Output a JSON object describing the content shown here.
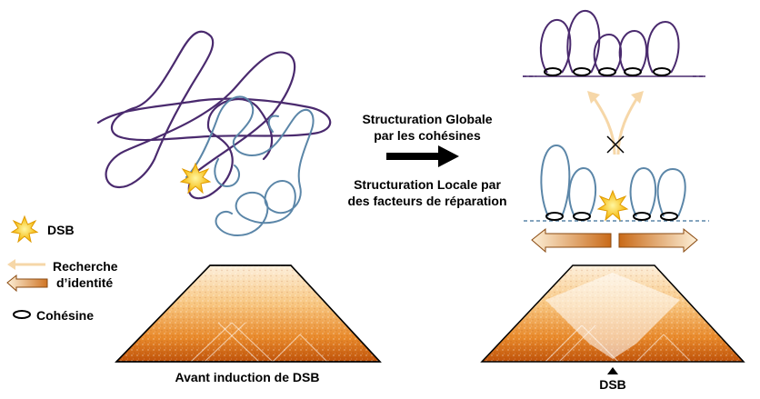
{
  "center_text": {
    "global_line1": "Structuration Globale",
    "global_line2": "par les cohésines",
    "local_line1": "Structuration Locale par",
    "local_line2": "des facteurs de réparation"
  },
  "legend": {
    "dsb": "DSB",
    "search_line1": "Recherche",
    "search_line2": "d’identité",
    "cohesin": "Cohésine"
  },
  "captions": {
    "left_map": "Avant induction de DSB",
    "right_map": "DSB"
  },
  "colors": {
    "purple_chromatin": "#4a2a6e",
    "blue_chromatin": "#5b86a8",
    "dsb_star": "#f7c21c",
    "search_arrow": "#f6d7a8",
    "hic_dark": "#c45a10",
    "hic_light": "#fbd9a2"
  }
}
